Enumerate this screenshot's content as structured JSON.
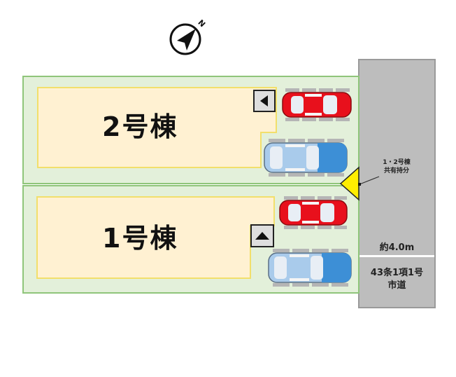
{
  "compass": {
    "icon": "north-arrow-icon",
    "label": "N"
  },
  "lots": [
    {
      "id": "lot-2",
      "label": "2号棟",
      "arrow": "left",
      "arrow_icon": "triangle-left-icon",
      "cars": [
        {
          "color": "red"
        },
        {
          "color": "blue"
        }
      ]
    },
    {
      "id": "lot-1",
      "label": "1号棟",
      "arrow": "up",
      "arrow_icon": "triangle-up-icon",
      "cars": [
        {
          "color": "red"
        },
        {
          "color": "blue"
        }
      ]
    }
  ],
  "shared_access": {
    "line1": "1・2号棟",
    "line2": "共有持分"
  },
  "road": {
    "width": "約4.0m",
    "type_line1": "43条1項1号",
    "type_line2": "市道"
  },
  "colors": {
    "lot_fill": "#e3f0da",
    "lot_border": "#8fc57a",
    "house_fill": "#fff1d2",
    "house_border": "#f2df6b",
    "road_fill": "#bdbdbd",
    "marker_yellow": "#ffee00",
    "car_red": "#e8101c",
    "car_blue": "#5aa0dc"
  }
}
